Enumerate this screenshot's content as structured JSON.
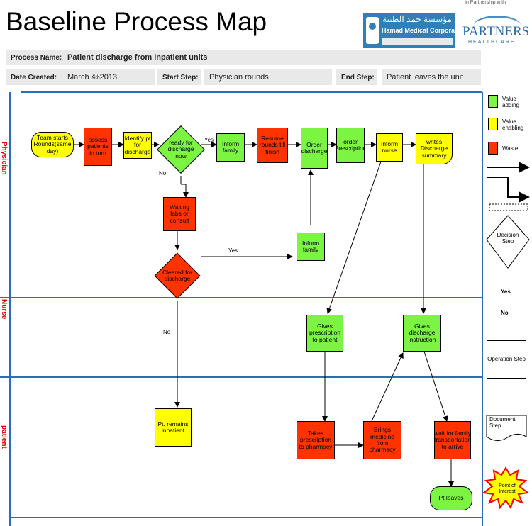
{
  "header": {
    "title": "Baseline Process Map",
    "partner_tag": "In Partnership with",
    "hmc_arabic": "مؤسسة حمد الطبية",
    "hmc_name": "Hamad Medical Corporation",
    "partners_name": "PARTNERS",
    "partners_sub": "HEALTHCARE"
  },
  "info": {
    "process_name_label": "Process Name:",
    "process_name": "Patient discharge from inpatient units",
    "date_label": "Date Created:",
    "date_month": "March 4",
    "date_sup": "th",
    "date_year": " 2013",
    "start_label": "Start Step:",
    "start_value": "Physician rounds",
    "end_label": "End Step:",
    "end_value": "Patient leaves the unit"
  },
  "lanes": [
    "Physician",
    "Nurse",
    "patient"
  ],
  "nodes": {
    "team_rounds": "Team starts Rounds(same day)",
    "assess": "assess patients in turn",
    "identify": "Identify pt for discharge",
    "ready": "ready for discharge now",
    "inform_family_1": "Inform family",
    "resume": "Resume rounds till finish",
    "order_discharge": "Order discharge",
    "order_prescription": "order Prescription",
    "inform_nurse": "Inform nurse",
    "writes_summary": "writes Discharge summary",
    "waiting": "Waiting labs or consult",
    "cleared": "Cleared for discharge",
    "inform_family_2": "Inform family",
    "gives_prescription": "Gives prescription to patient",
    "gives_instruction": "Gives discharge instruction",
    "remains": "Pt. remains inpatient",
    "takes_prescription": "Takes prescription to pharmacy",
    "brings_medicine": "Brings medicine from pharmacy",
    "wait_family": "wait for family transportation to arrive",
    "leaves": "Pt leaves"
  },
  "edge_labels": {
    "yes_1": "Yes",
    "no_1": "No",
    "yes_2": "Yes",
    "no_2": "No"
  },
  "legend": {
    "value_adding": "Value adding",
    "value_enabling": "Value enabling",
    "waste": "Waste",
    "decision": "Decision Step",
    "yes": "Yes",
    "no": "No",
    "operation": "Operation Step",
    "document": "Document Step",
    "point_of_interest": "Point of Interest"
  },
  "colors": {
    "value_adding": "#7cf542",
    "value_enabling": "#ffff00",
    "waste": "#ff3300",
    "lane_line": "#2a6ebb",
    "lane_label": "#e00000"
  }
}
